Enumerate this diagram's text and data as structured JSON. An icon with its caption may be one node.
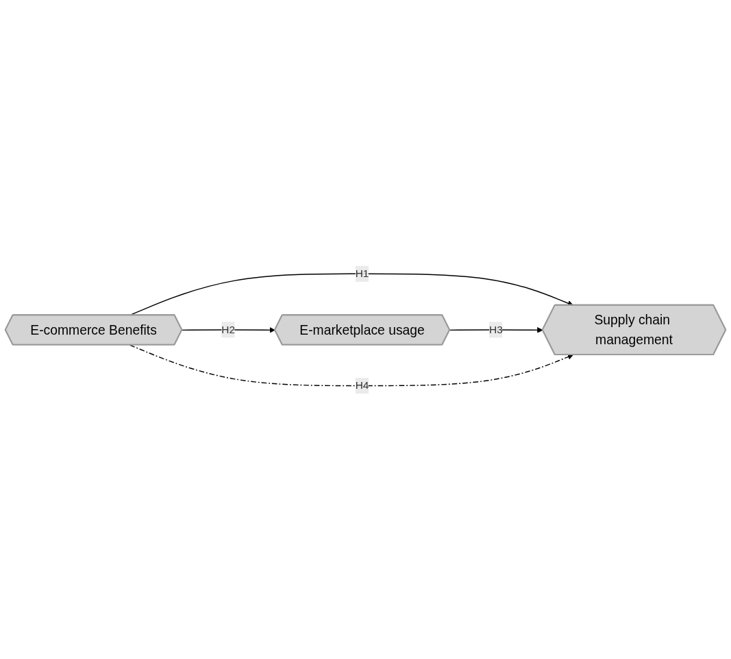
{
  "diagram": {
    "nodes": [
      {
        "text": [
          "E-marketplace usage"
        ]
      },
      {
        "text": [
          "E-commerce Benefits"
        ]
      },
      {
        "text": [
          "Supply chain management"
        ]
      }
    ],
    "edges": [
      {
        "from": 1,
        "to": 2,
        "arrow": "to",
        "label": "H1"
      },
      {
        "from": 1,
        "to": 0,
        "arrow": "to",
        "label": "H2"
      },
      {
        "from": 0,
        "to": 2,
        "arrow": "to",
        "label": "H3"
      },
      {
        "from": 1,
        "to": 2,
        "arrow": "to",
        "label": "H4",
        "style": "dashed"
      }
    ]
  }
}
